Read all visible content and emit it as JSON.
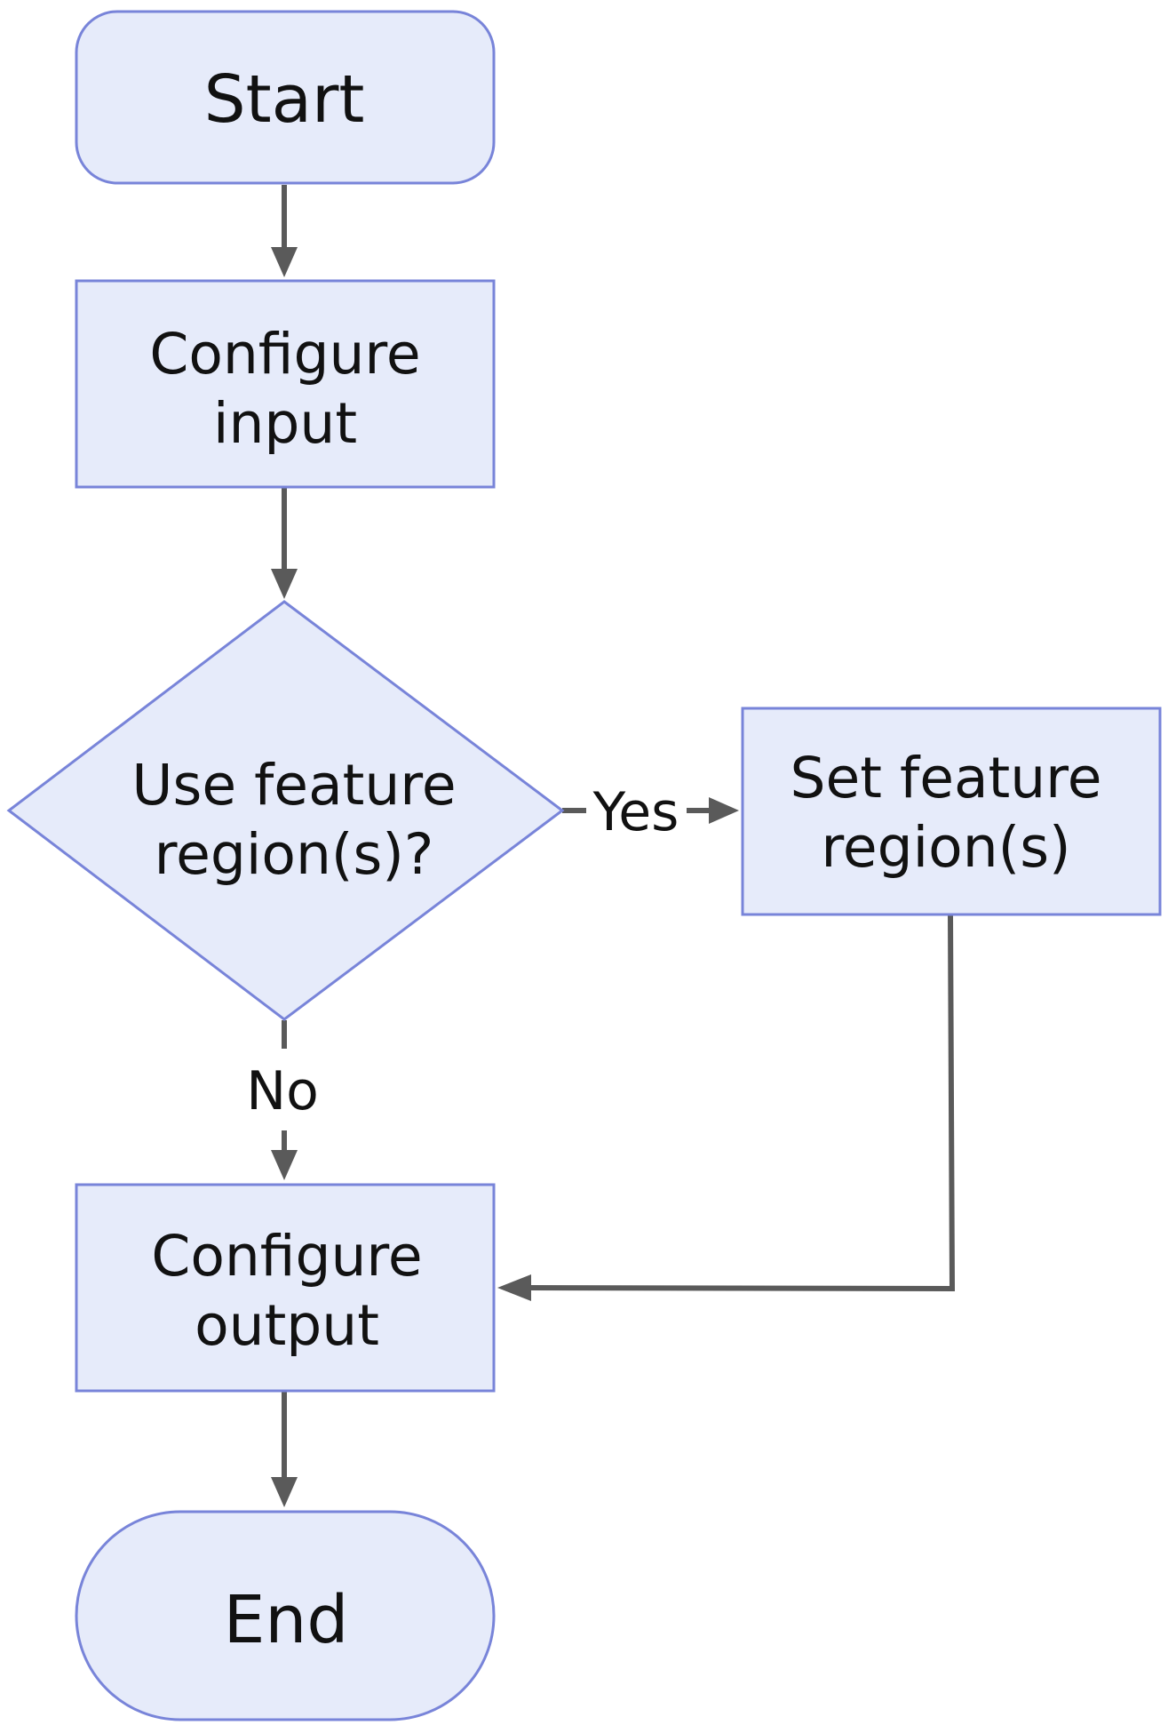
{
  "flowchart": {
    "nodes": {
      "start": {
        "label": "Start",
        "shape": "rounded-rect"
      },
      "configure_input": {
        "lines": [
          "Configure",
          "input"
        ],
        "shape": "rect"
      },
      "decision": {
        "lines": [
          "Use feature",
          "region(s)?"
        ],
        "shape": "diamond"
      },
      "set_regions": {
        "lines": [
          "Set feature",
          "region(s)"
        ],
        "shape": "rect"
      },
      "configure_output": {
        "lines": [
          "Configure",
          "output"
        ],
        "shape": "rect"
      },
      "end": {
        "label": "End",
        "shape": "stadium"
      }
    },
    "edges": [
      {
        "from": "start",
        "to": "configure_input",
        "label": ""
      },
      {
        "from": "configure_input",
        "to": "decision",
        "label": ""
      },
      {
        "from": "decision",
        "to": "set_regions",
        "label": "Yes"
      },
      {
        "from": "decision",
        "to": "configure_output",
        "label": "No"
      },
      {
        "from": "set_regions",
        "to": "configure_output",
        "label": ""
      },
      {
        "from": "configure_output",
        "to": "end",
        "label": ""
      }
    ]
  },
  "colors": {
    "node_fill": "#e6ebfa",
    "node_stroke": "#7884d9",
    "edge": "#5a5a5a",
    "text": "#111111"
  }
}
